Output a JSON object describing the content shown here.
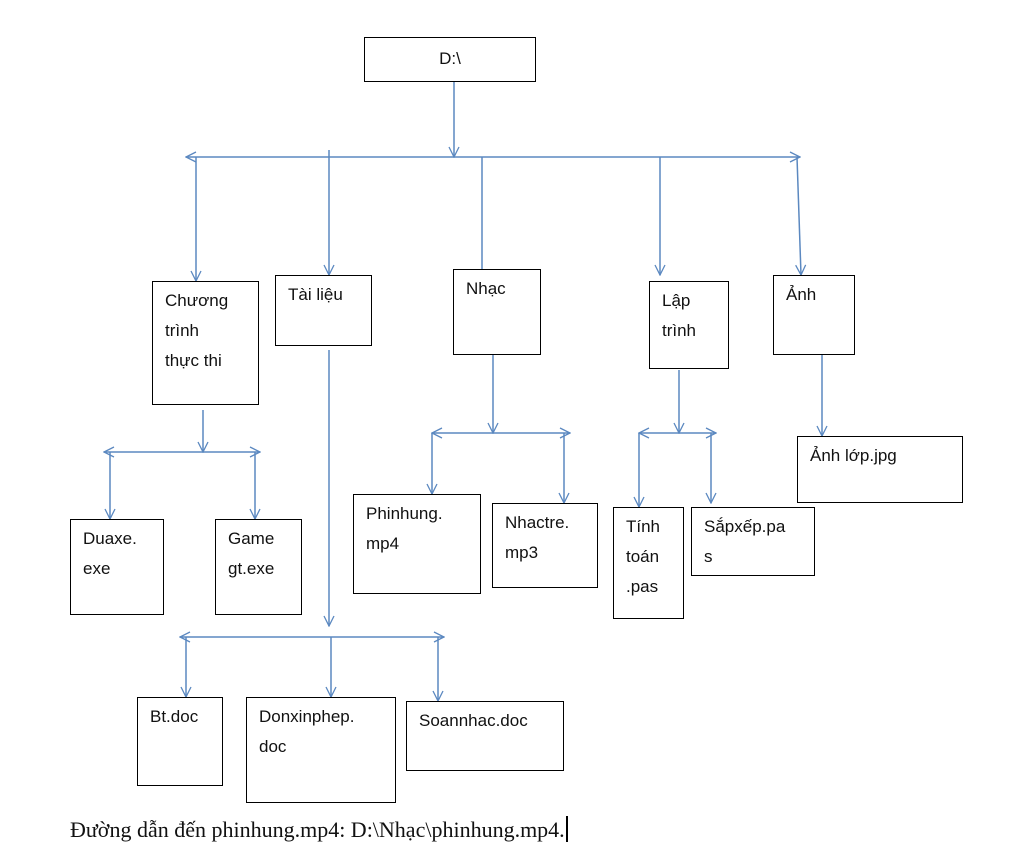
{
  "nodes": {
    "root": "D:\\",
    "chuong_trinh": "Chương\ntrình\nthực thi",
    "tai_lieu": "Tài liệu",
    "nhac": "Nhạc",
    "lap_trinh": "Lập\ntrình",
    "anh": "Ảnh",
    "duaxe": "Duaxe.\nexe",
    "game": "Game\ngt.exe",
    "phinhung": "Phinhung.\nmp4",
    "nhactre": "Nhactre.\nmp3",
    "tinhtoan": "Tính\ntoán\n.pas",
    "sapxep": "Sắpxếp.pa\ns",
    "anhlop": "Ảnh lớp.jpg",
    "bt": "Bt.doc",
    "donxinphep": "Donxinphep.\ndoc",
    "soannhac": "Soannhac.doc"
  },
  "caption": "Đường dẫn đến phinhung.mp4: D:\\Nhạc\\phinhung.mp4.",
  "colors": {
    "connector": "#5b88c0",
    "box_border": "#000000"
  }
}
